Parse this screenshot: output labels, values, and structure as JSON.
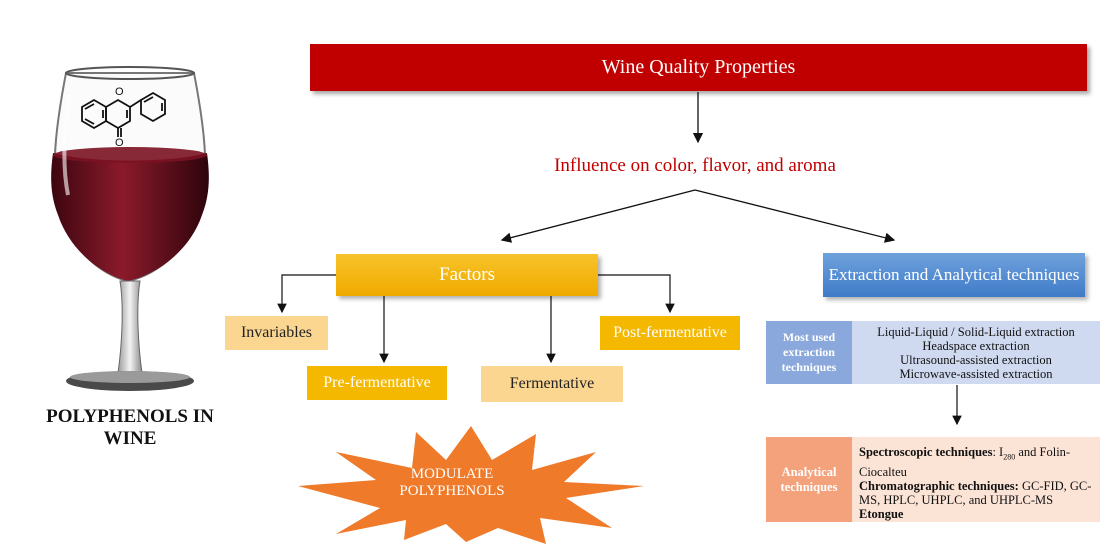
{
  "title_box": "Wine Quality Properties",
  "influence_text": "Influence on color, flavor, and aroma",
  "factors": {
    "label": "Factors",
    "items": [
      "Invariables",
      "Pre-fermentative",
      "Fermentative",
      "Post-fermentative"
    ]
  },
  "extraction_box": "Extraction and Analytical techniques",
  "extraction_table": {
    "header": "Most used extraction techniques",
    "items": [
      "Liquid-Liquid / Solid-Liquid extraction",
      "Headspace extraction",
      "Ultrasound-assisted extraction",
      "Microwave-assisted extraction"
    ]
  },
  "analytical_table": {
    "header": "Analytical techniques",
    "spectro_bold": "Spectroscopic techniques",
    "spectro_text_a": ": I",
    "spectro_sub": "280",
    "spectro_text_b": " and Folin-Ciocalteu",
    "chromato_bold": "Chromatographic techniques:",
    "chromato_text": " GC-FID, GC-MS, HPLC, UHPLC, and UHPLC-MS",
    "etongue": "Etongue"
  },
  "polyphenols_label": "POLYPHENOLS IN WINE",
  "starburst_text": "MODULATE POLYPHENOLS",
  "molecule_atom": "O",
  "colors": {
    "title_red": "#c00000",
    "factors_gold": "#f5b800",
    "factor_light": "#fbd690",
    "extraction_blue": "#4f86cc",
    "analytical_orange": "#f3a27c",
    "starburst_orange": "#ee7a2a",
    "wine": "#6e0f1c"
  }
}
